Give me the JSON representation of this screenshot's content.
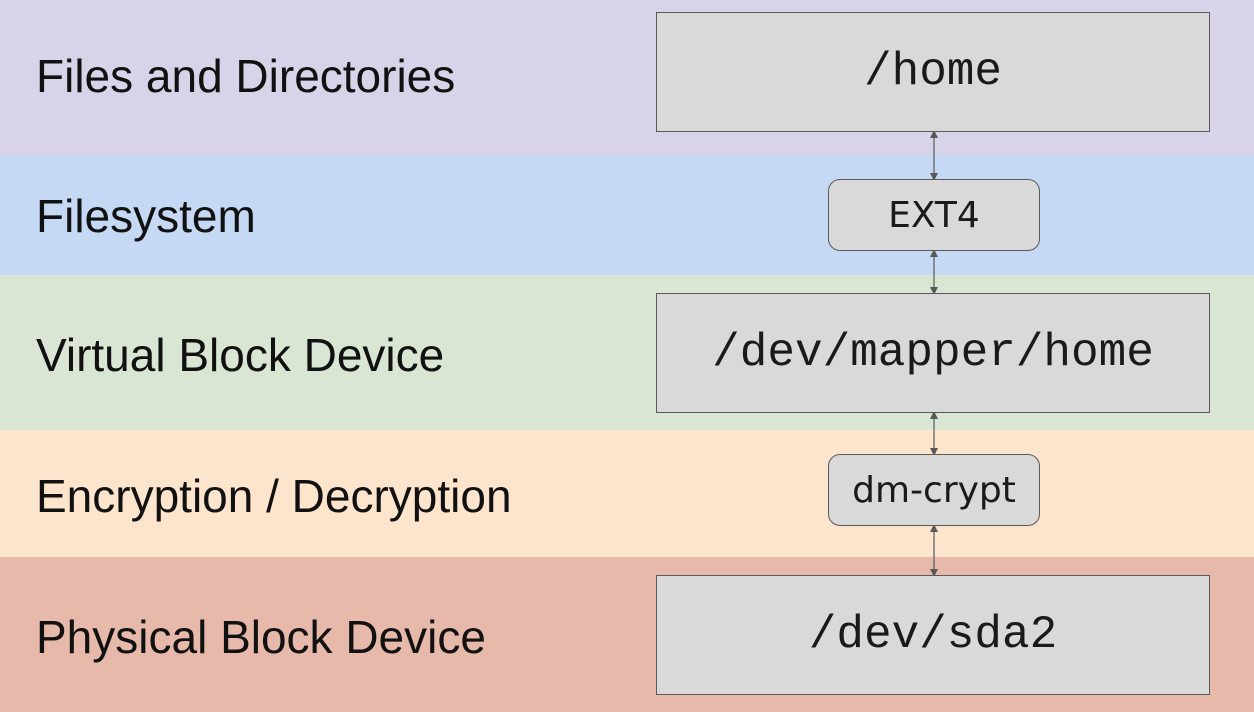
{
  "layers": [
    {
      "id": "files",
      "label": "Files and Directories",
      "color": "#d8d3e8"
    },
    {
      "id": "filesystem",
      "label": "Filesystem",
      "color": "#c6d9f4"
    },
    {
      "id": "virtual",
      "label": "Virtual Block Device",
      "color": "#d9e6d3"
    },
    {
      "id": "encryption",
      "label": "Encryption / Decryption",
      "color": "#fde4cd"
    },
    {
      "id": "physical",
      "label": "Physical Block Device",
      "color": "#e6b9aa"
    }
  ],
  "nodes": {
    "home": "/home",
    "ext4": "EXT4",
    "mapper": "/dev/mapper/home",
    "dmcrypt": "dm-crypt",
    "sda2": "/dev/sda2"
  },
  "connections": [
    {
      "from": "home",
      "to": "ext4",
      "direction": "bidirectional"
    },
    {
      "from": "ext4",
      "to": "mapper",
      "direction": "bidirectional"
    },
    {
      "from": "mapper",
      "to": "dmcrypt",
      "direction": "bidirectional"
    },
    {
      "from": "dmcrypt",
      "to": "sda2",
      "direction": "bidirectional"
    }
  ],
  "colors": {
    "box_fill": "#d9d9d9",
    "box_border": "#595959",
    "connector": "#595959"
  }
}
